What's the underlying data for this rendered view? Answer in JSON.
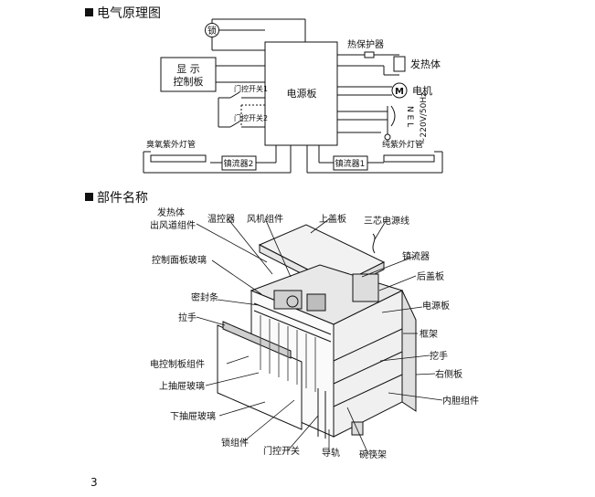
{
  "section1": {
    "title": "电气原理图"
  },
  "schematic": {
    "lock": "锁",
    "display_line1": "显  示",
    "display_line2": "控制板",
    "power_board": "电源板",
    "door_switch_1": "门控开关1",
    "door_switch_2": "门控开关2",
    "thermal_protector": "热保护器",
    "heater": "发热体",
    "motor_symbol": "M",
    "motor": "电机",
    "nel": "N E L",
    "voltage": "~220V/50Hz",
    "ozone_uv_tube": "臭氧紫外灯管",
    "pure_uv_tube": "纯紫外灯管",
    "ballast_2": "镇流器2",
    "ballast_1": "镇流器1"
  },
  "section2": {
    "title": "部件名称"
  },
  "parts": {
    "heater_line1": "发热体",
    "heater_line2": "出风道组件",
    "thermostat": "温控器",
    "fan_assembly": "风机组件",
    "top_cover": "上盖板",
    "three_core_cord": "三芯电源线",
    "control_panel_glass": "控制面板玻璃",
    "ballast": "镇流器",
    "back_cover": "后盖板",
    "seal_strip": "密封条",
    "power_board": "电源板",
    "handle": "拉手",
    "frame": "框架",
    "handle_grip": "挖手",
    "electrical_control_board": "电控制板组件",
    "right_side_panel": "右侧板",
    "upper_drawer_glass": "上抽屉玻璃",
    "inner_liner": "内胆组件",
    "lower_drawer_glass": "下抽屉玻璃",
    "lock_assembly": "锁组件",
    "door_switch": "门控开关",
    "guide_rail": "导轨",
    "bowl_chopstick_rack": "碗筷架"
  },
  "page_number": "3"
}
